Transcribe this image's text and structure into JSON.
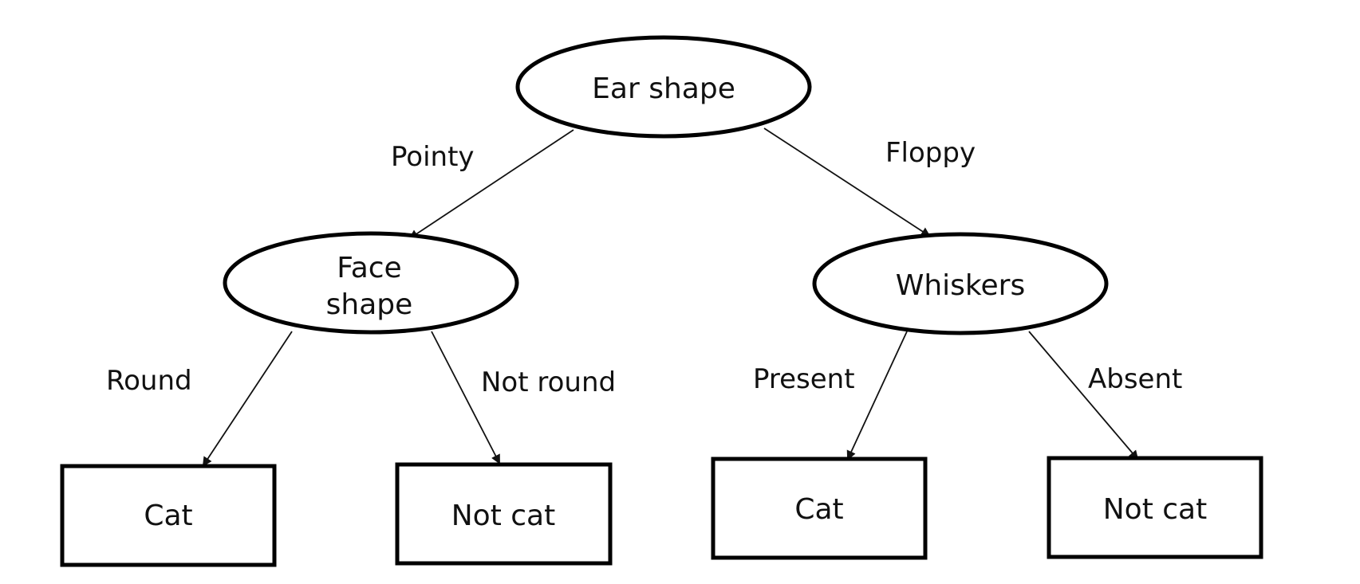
{
  "nodes": {
    "root": {
      "label_lines": [
        "Ear shape"
      ]
    },
    "face": {
      "label_lines": [
        "Face",
        "shape"
      ]
    },
    "whiskers": {
      "label_lines": [
        "Whiskers"
      ]
    },
    "leaf1": {
      "label_lines": [
        "Cat"
      ]
    },
    "leaf2": {
      "label_lines": [
        "Not cat"
      ]
    },
    "leaf3": {
      "label_lines": [
        "Cat"
      ]
    },
    "leaf4": {
      "label_lines": [
        "Not cat"
      ]
    }
  },
  "edges": {
    "root_face": {
      "label": "Pointy"
    },
    "root_whiskers": {
      "label": "Floppy"
    },
    "face_leaf1": {
      "label": "Round"
    },
    "face_leaf2": {
      "label": "Not round"
    },
    "whiskers_leaf3": {
      "label": "Present"
    },
    "whiskers_leaf4": {
      "label": "Absent"
    }
  }
}
